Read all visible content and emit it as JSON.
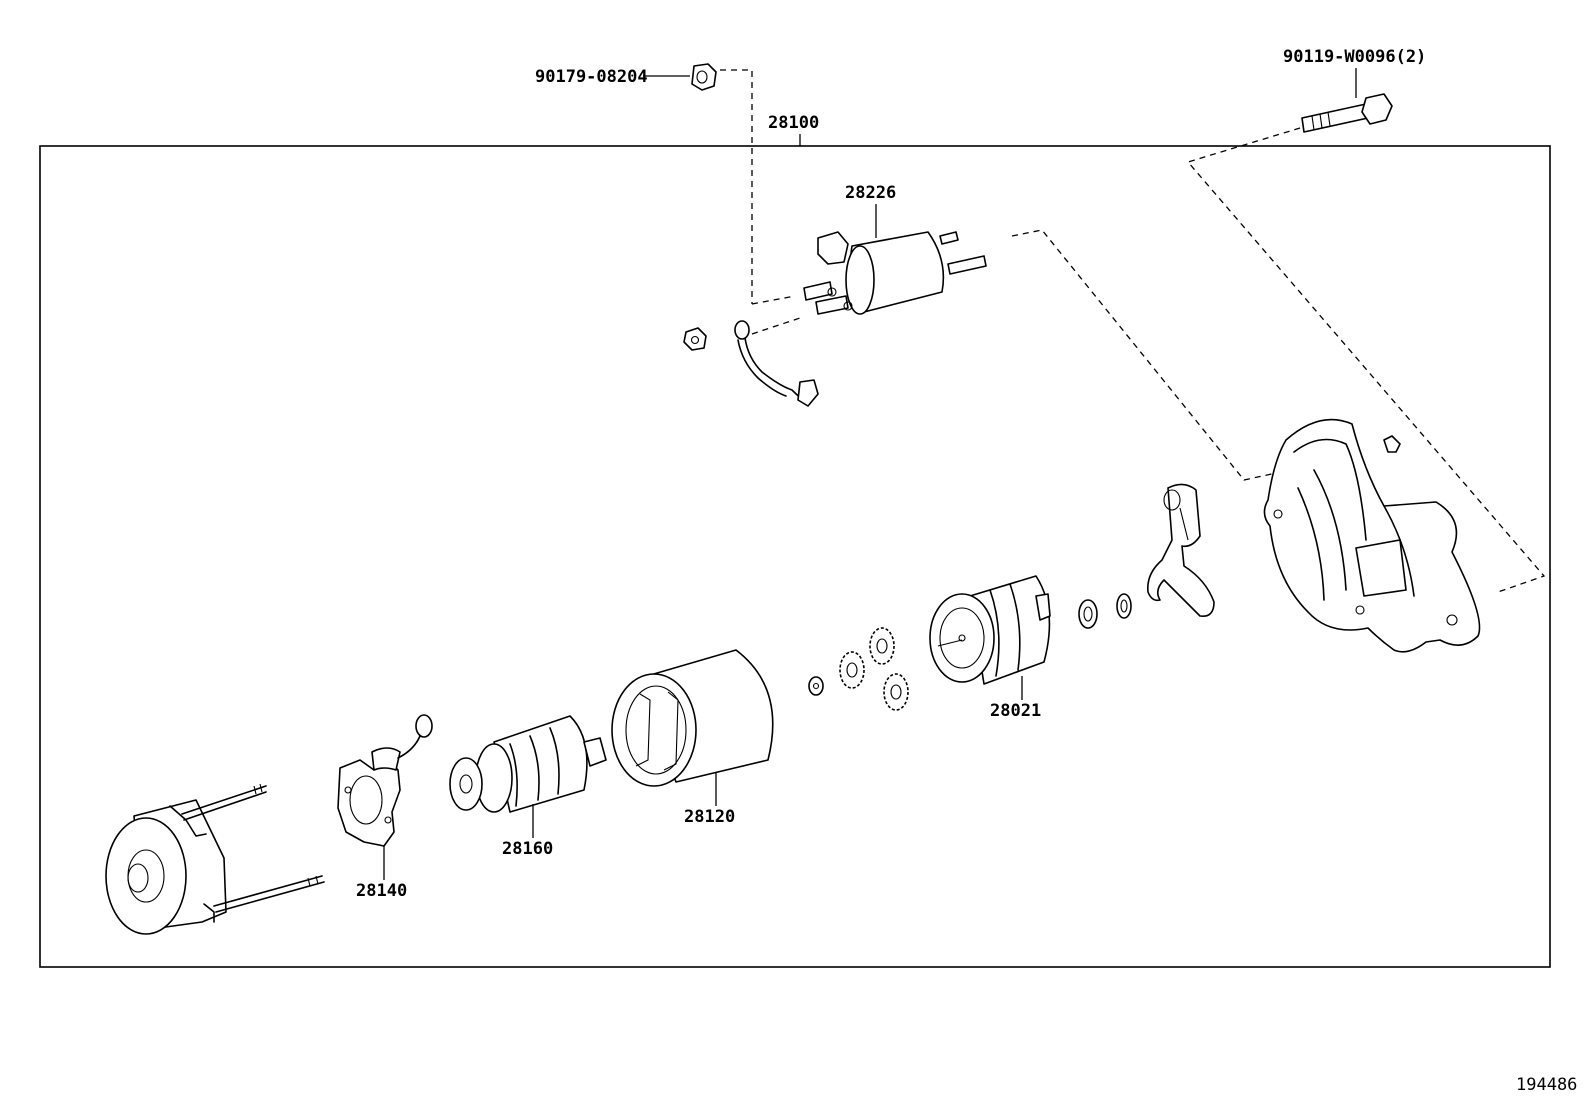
{
  "diagram": {
    "labels": {
      "nut_top": "90179-08204",
      "bolt_top": "90119-W0096(2)",
      "assembly": "28100",
      "solenoid": "28226",
      "clutch": "28021",
      "yoke": "28120",
      "armature": "28160",
      "brush_holder": "28140"
    },
    "figure_id": "194486"
  }
}
